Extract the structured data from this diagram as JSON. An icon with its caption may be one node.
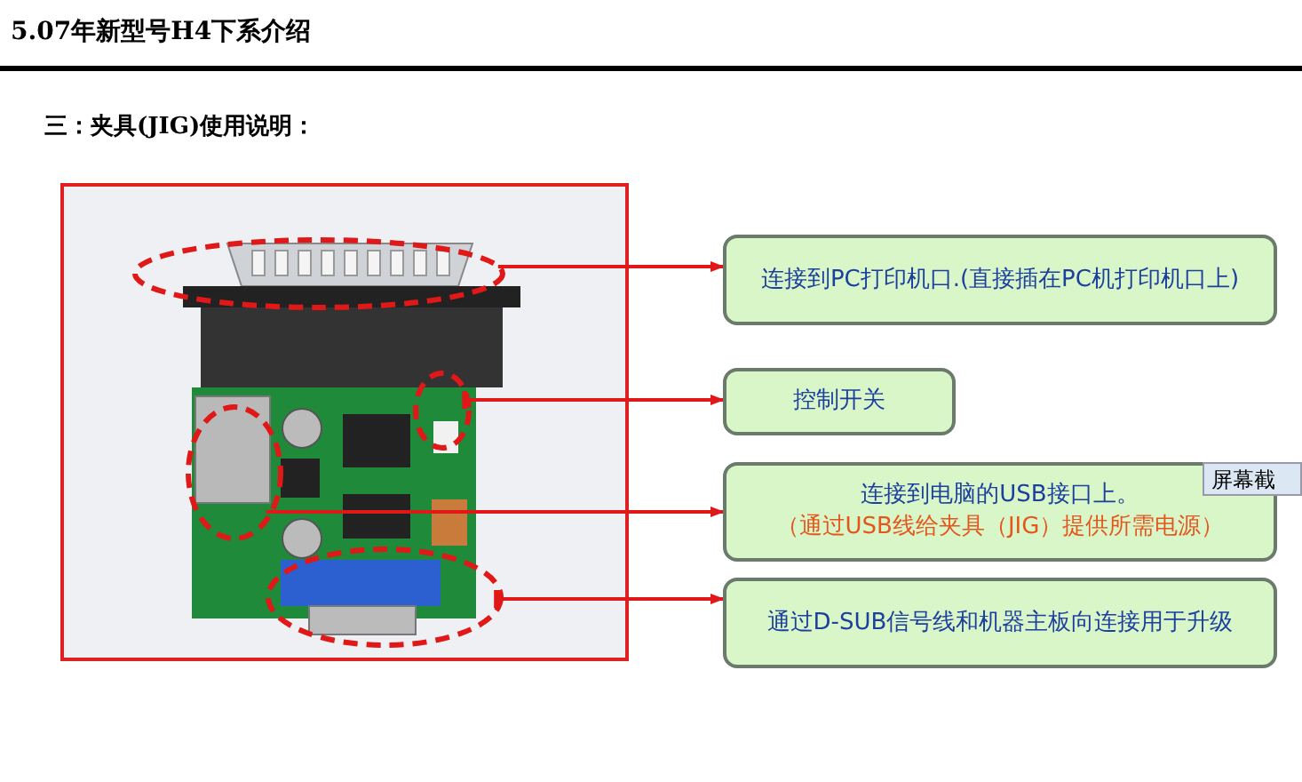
{
  "diagram": {
    "title": "5.07年新型号H4下系介绍",
    "nodes": [
      {
        "text": [],
        "shape": "picture"
      },
      {
        "text": [],
        "shape": "ellipse",
        "in": 0
      },
      {
        "text": [],
        "shape": "ellipse",
        "in": 0
      },
      {
        "text": [],
        "shape": "ellipse",
        "in": 0
      },
      {
        "text": [],
        "shape": "ellipse",
        "in": 0
      },
      {
        "text": [
          "连接到PC打印机口.(直接插在PC机打印机口上)"
        ]
      },
      {
        "text": [
          "控制开关"
        ]
      },
      {
        "text": [
          "连接到电脑的USB接口上。",
          "（通过USB线给夹具（JIG）提供所需电源）"
        ]
      },
      {
        "text": [
          "通过D-SUB信号线和机器主板向连接用于升级"
        ]
      }
    ],
    "edges": [
      {
        "from": 1,
        "to": 5,
        "arrow": "to"
      },
      {
        "from": 2,
        "to": 6,
        "arrow": "to"
      },
      {
        "from": 3,
        "to": 7,
        "arrow": "to"
      },
      {
        "from": 4,
        "to": 8,
        "arrow": "to"
      }
    ],
    "labels": [
      "三：夹具(JIG)使用说明：",
      "屏幕截"
    ]
  }
}
